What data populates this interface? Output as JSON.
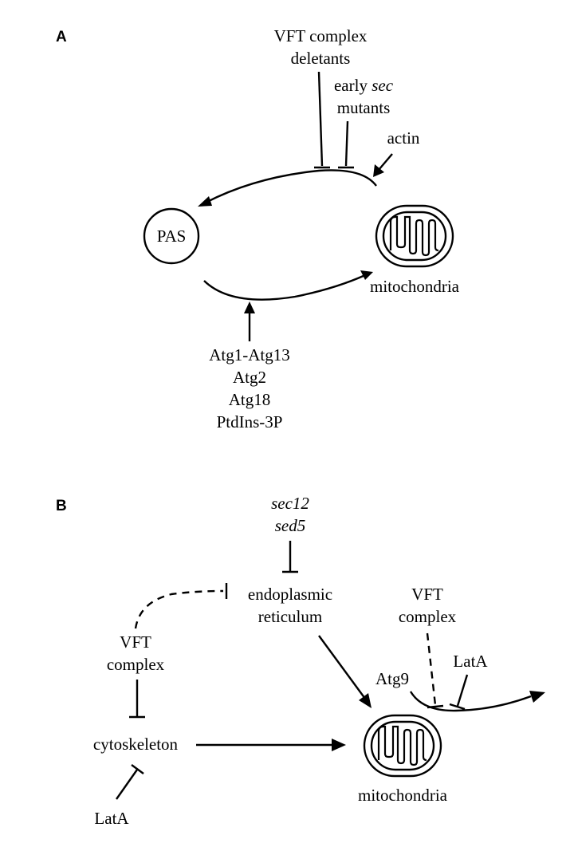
{
  "panel_a": {
    "letter": "A",
    "vft_line1": "VFT complex",
    "vft_line2": "deletants",
    "early_sec_prefix": "early ",
    "early_sec_italic": "sec",
    "early_sec_line2": "mutants",
    "actin": "actin",
    "pas": "PAS",
    "mitochondria": "mitochondria",
    "factors": [
      "Atg1-Atg13",
      "Atg2",
      "Atg18",
      "PtdIns-3P"
    ]
  },
  "panel_b": {
    "letter": "B",
    "sec12": "sec12",
    "sed5": "sed5",
    "er_line1": "endoplasmic",
    "er_line2": "reticulum",
    "vft_left_line1": "VFT",
    "vft_left_line2": "complex",
    "cytoskeleton": "cytoskeleton",
    "lata_left": "LatA",
    "vft_right_line1": "VFT",
    "vft_right_line2": "complex",
    "atg9": "Atg9",
    "lata_right": "LatA",
    "mitochondria": "mitochondria"
  }
}
